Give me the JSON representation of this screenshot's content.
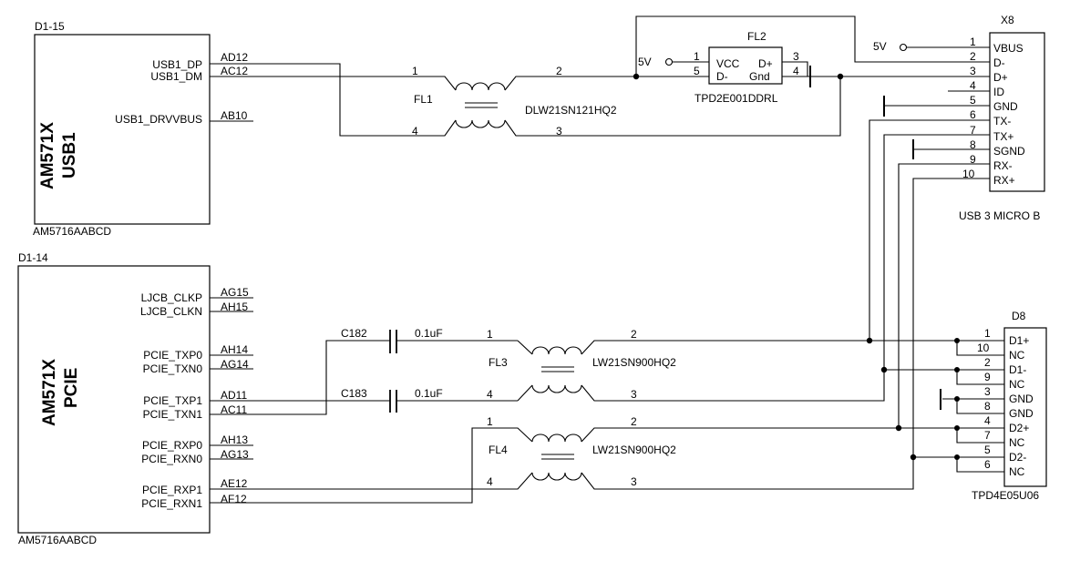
{
  "u1": {
    "ref": "D1-15",
    "name1": "AM571X",
    "name2": "USB1",
    "part": "AM5716AABCD",
    "pins": [
      {
        "name": "USB1_DP",
        "ball": "AD12"
      },
      {
        "name": "USB1_DM",
        "ball": "AC12"
      },
      {
        "name": "USB1_DRVVBUS",
        "ball": "AB10"
      }
    ]
  },
  "u2": {
    "ref": "D1-14",
    "name1": "AM571X",
    "name2": "PCIE",
    "part": "AM5716AABCD",
    "pins": [
      {
        "name": "LJCB_CLKP",
        "ball": "AG15"
      },
      {
        "name": "LJCB_CLKN",
        "ball": "AH15"
      },
      {
        "name": "PCIE_TXP0",
        "ball": "AH14"
      },
      {
        "name": "PCIE_TXN0",
        "ball": "AG14"
      },
      {
        "name": "PCIE_TXP1",
        "ball": "AD11"
      },
      {
        "name": "PCIE_TXN1",
        "ball": "AC11"
      },
      {
        "name": "PCIE_RXP0",
        "ball": "AH13"
      },
      {
        "name": "PCIE_RXN0",
        "ball": "AG13"
      },
      {
        "name": "PCIE_RXP1",
        "ball": "AE12"
      },
      {
        "name": "PCIE_RXN1",
        "ball": "AF12"
      }
    ]
  },
  "fl1": {
    "ref": "FL1",
    "part": "DLW21SN121HQ2",
    "p1": "1",
    "p2": "2",
    "p3": "3",
    "p4": "4"
  },
  "fl3": {
    "ref": "FL3",
    "part": "LW21SN900HQ2",
    "p1": "1",
    "p2": "2",
    "p3": "3",
    "p4": "4"
  },
  "fl4": {
    "ref": "FL4",
    "part": "LW21SN900HQ2",
    "p1": "1",
    "p2": "2",
    "p3": "3",
    "p4": "4"
  },
  "fl2": {
    "ref": "FL2",
    "part": "TPD2E001DDRL",
    "vcc": "VCC",
    "dm": "D-",
    "dp": "D+",
    "gnd": "Gnd",
    "p1": "1",
    "p3": "3",
    "p4": "4",
    "p5": "5",
    "supply": "5V"
  },
  "c182": {
    "ref": "C182",
    "value": "0.1uF"
  },
  "c183": {
    "ref": "C183",
    "value": "0.1uF"
  },
  "x8": {
    "ref": "X8",
    "part": "USB 3 MICRO B",
    "supply": "5V",
    "pins": [
      {
        "num": "1",
        "name": "VBUS"
      },
      {
        "num": "2",
        "name": "D-"
      },
      {
        "num": "3",
        "name": "D+"
      },
      {
        "num": "4",
        "name": "ID"
      },
      {
        "num": "5",
        "name": "GND"
      },
      {
        "num": "6",
        "name": "TX-"
      },
      {
        "num": "7",
        "name": "TX+"
      },
      {
        "num": "8",
        "name": "SGND"
      },
      {
        "num": "9",
        "name": "RX-"
      },
      {
        "num": "10",
        "name": "RX+"
      }
    ]
  },
  "d8": {
    "ref": "D8",
    "part": "TPD4E05U06",
    "pins": [
      {
        "num": "1",
        "name": "D1+"
      },
      {
        "num": "10",
        "name": "NC"
      },
      {
        "num": "2",
        "name": "D1-"
      },
      {
        "num": "9",
        "name": "NC"
      },
      {
        "num": "3",
        "name": "GND"
      },
      {
        "num": "8",
        "name": "GND"
      },
      {
        "num": "4",
        "name": "D2+"
      },
      {
        "num": "7",
        "name": "NC"
      },
      {
        "num": "5",
        "name": "D2-"
      },
      {
        "num": "6",
        "name": "NC"
      }
    ]
  }
}
